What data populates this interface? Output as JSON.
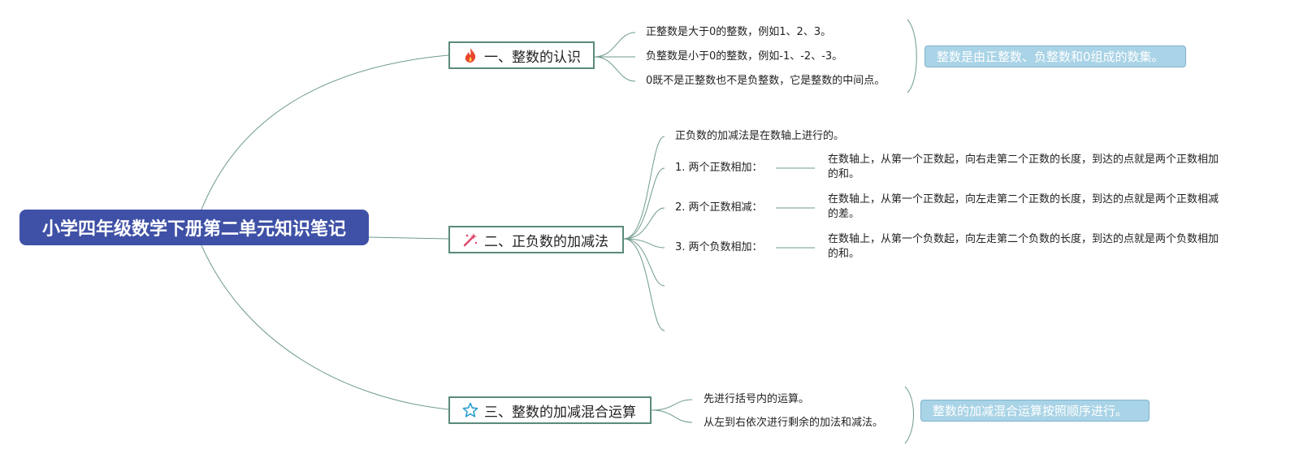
{
  "root": {
    "title": "小学四年级数学下册第二单元知识笔记"
  },
  "topic1": {
    "label": "一、整数的认识",
    "icon": "fire-icon",
    "items": [
      "正整数是大于0的整数，例如1、2、3。",
      "负整数是小于0的整数，例如-1、-2、-3。",
      "0既不是正整数也不是负整数，它是整数的中间点。"
    ],
    "summary": "整数是由正整数、负整数和0组成的数集。"
  },
  "topic2": {
    "label": "二、正负数的加减法",
    "icon": "magic-wand-icon",
    "intro": "正负数的加减法是在数轴上进行的。",
    "rules": [
      {
        "label": "1. 两个正数相加：",
        "detail": "在数轴上，从第一个正数起，向右走第二个正数的长度，到达的点就是两个正数相加的和。"
      },
      {
        "label": "2. 两个正数相减：",
        "detail": "在数轴上，从第一个正数起，向左走第二个正数的长度，到达的点就是两个正数相减的差。"
      },
      {
        "label": "3. 两个负数相加：",
        "detail": "在数轴上，从第一个负数起，向左走第二个负数的长度，到达的点就是两个负数相加的和。"
      }
    ]
  },
  "topic3": {
    "label": "三、整数的加减混合运算",
    "icon": "star-icon",
    "items": [
      "先进行括号内的运算。",
      "从左到右依次进行剩余的加法和减法。"
    ],
    "summary": "整数的加减混合运算按照顺序进行。"
  },
  "colors": {
    "root_bg": "#3f51a6",
    "line": "#5b8a7c",
    "summary_bg": "#a9d3e6"
  }
}
